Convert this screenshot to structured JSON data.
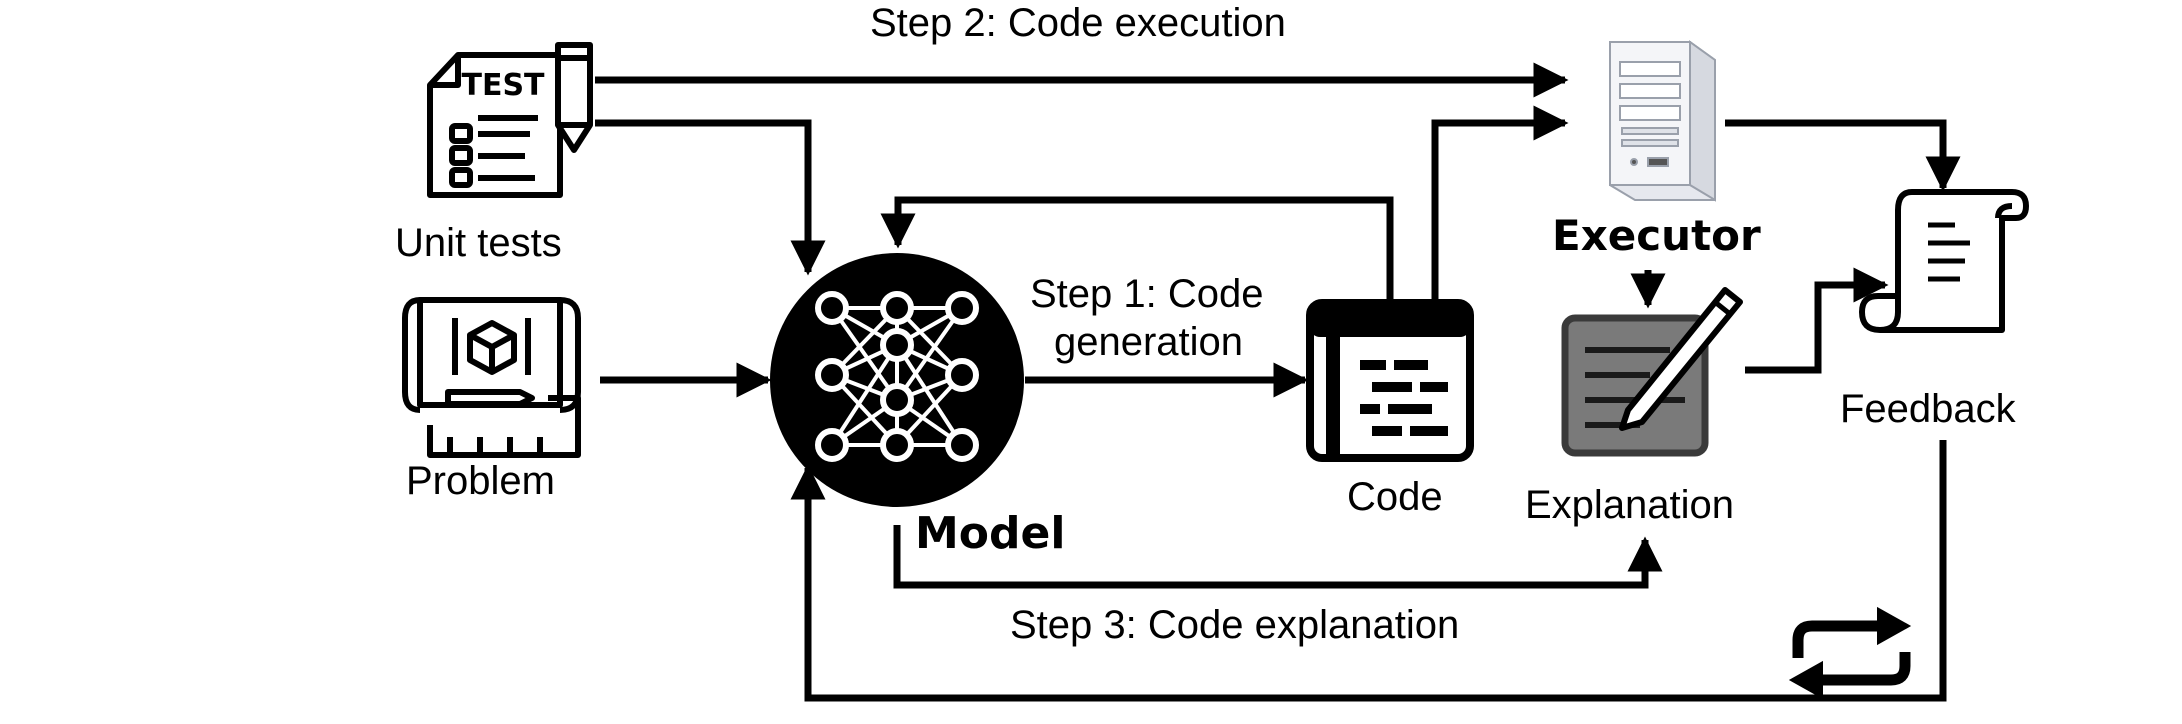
{
  "diagram": {
    "steps": {
      "step1_line1": "Step 1: Code",
      "step1_line2": "generation",
      "step2": "Step 2: Code execution",
      "step3": "Step 3: Code explanation"
    },
    "nodes": {
      "unit_tests": "Unit tests",
      "problem": "Problem",
      "model": "Model",
      "code": "Code",
      "executor": "Executor",
      "explanation": "Explanation",
      "feedback": "Feedback"
    },
    "icons": {
      "test_sheet": "TEST",
      "test-sheet-icon": "unit-tests-icon",
      "problem": "blueprint-icon",
      "model": "neural-network-icon",
      "code": "code-window-icon",
      "executor": "server-tower-icon",
      "explanation": "notepad-pen-icon",
      "feedback": "scroll-icon",
      "loop": "repeat-icon"
    },
    "colors": {
      "stroke": "#000000",
      "model_fill": "#000000",
      "notepad_fill": "#7a7a7a",
      "server_fill": "#eef0f5"
    }
  }
}
